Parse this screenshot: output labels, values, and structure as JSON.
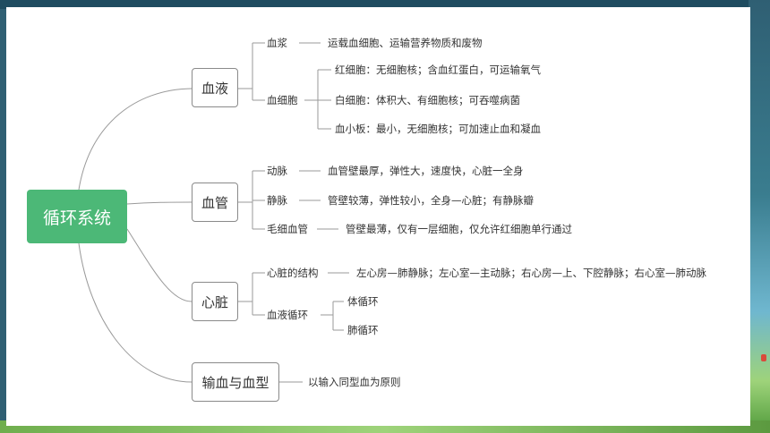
{
  "root": {
    "label": "循环系统"
  },
  "branches": {
    "blood": {
      "label": "血液",
      "plasma": {
        "label": "血浆",
        "desc": "运载血细胞、运输营养物质和废物"
      },
      "cells": {
        "label": "血细胞",
        "rbc": "红细胞：无细胞核；含血红蛋白，可运输氧气",
        "wbc": "白细胞：体积大、有细胞核；可吞噬病菌",
        "platelet": "血小板：最小，无细胞核；可加速止血和凝血"
      }
    },
    "vessels": {
      "label": "血管",
      "artery": {
        "label": "动脉",
        "desc": "血管壁最厚，弹性大，速度快，心脏一全身"
      },
      "vein": {
        "label": "静脉",
        "desc": "管壁较薄，弹性较小，全身—心脏；有静脉瓣"
      },
      "capillary": {
        "label": "毛细血管",
        "desc": "管壁最薄，仅有一层细胞，仅允许红细胞单行通过"
      }
    },
    "heart": {
      "label": "心脏",
      "structure": {
        "label": "心脏的结构",
        "desc": "左心房—肺静脉；左心室—主动脉；右心房—上、下腔静脉；右心室—肺动脉"
      },
      "circulation": {
        "label": "血液循环",
        "systemic": "体循环",
        "pulmonary": "肺循环"
      }
    },
    "transfusion": {
      "label": "输血与血型",
      "desc": "以输入同型血为原则"
    }
  }
}
